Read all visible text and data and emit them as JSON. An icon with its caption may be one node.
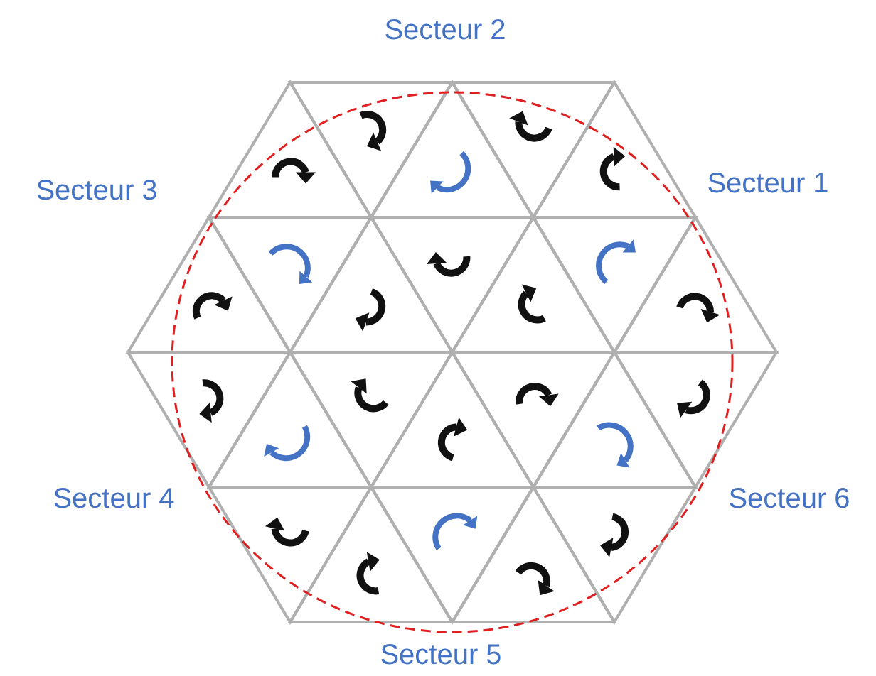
{
  "diagram": {
    "labels": [
      "Secteur 2",
      "Secteur 3",
      "Secteur 1",
      "Secteur 4",
      "Secteur 6",
      "Secteur 5"
    ]
  }
}
